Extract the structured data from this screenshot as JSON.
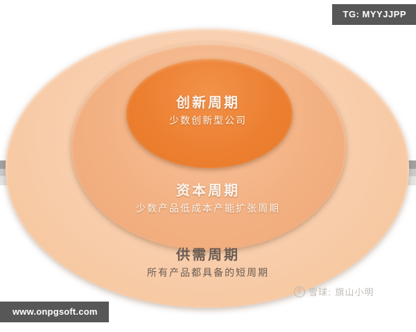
{
  "diagram": {
    "type": "concentric-ellipses",
    "rings": [
      {
        "id": "inner",
        "title": "创新周期",
        "subtitle": "少数创新型公司",
        "color": "#EC8031"
      },
      {
        "id": "middle",
        "title": "资本周期",
        "subtitle": "少数产品低成本产能扩张周期",
        "color": "#F3B183"
      },
      {
        "id": "outer",
        "title": "供需周期",
        "subtitle": "所有产品都具备的短周期",
        "color": "#F8CDAB"
      }
    ]
  },
  "watermarks": {
    "tag": "TG: MYYJJPP",
    "url": "www.onpgsoft.com",
    "xueqiu": {
      "logo_glyph": "⚲",
      "label": "雪球: 旗山小明"
    }
  },
  "colors": {
    "inner": "#EC8031",
    "middle": "#F3B183",
    "outer": "#F8CDAB",
    "watermark_bg": "#575757",
    "band_gray": "#9D9D9D"
  }
}
